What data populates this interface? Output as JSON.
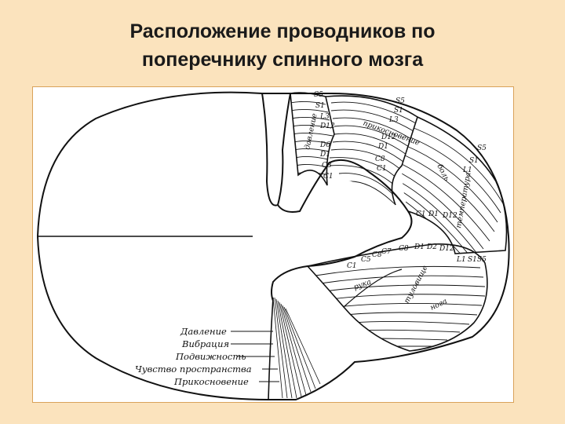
{
  "slide": {
    "title_line1": "Расположение проводников по",
    "title_line2": "поперечнику спинного мозга",
    "background_color": "#fbe3bd",
    "frame_color": "#d9a25a"
  },
  "diagram": {
    "sensation_labels": [
      "Давление",
      "Вибрация",
      "Подвижность",
      "Чувство пространства",
      "Прикосновение"
    ],
    "tract_labels": {
      "pressure": "давление",
      "touch": "прикосновение",
      "pain": "боль",
      "temperature": "температура",
      "hand": "рука",
      "leg": "нога",
      "trunk": "туловище"
    },
    "segment_labels": {
      "dorsal": [
        "S5",
        "S1",
        "L3",
        "D12",
        "D6",
        "D1",
        "C8",
        "C1"
      ],
      "dorsolateral": [
        "S5",
        "S1",
        "L3",
        "D12",
        "D1",
        "C8",
        "C1"
      ],
      "lateral": [
        "S5",
        "S1",
        "L1",
        "D12",
        "D1",
        "C1"
      ],
      "ventral": [
        "C1",
        "C5",
        "C8",
        "C7",
        "C8",
        "D1",
        "D2",
        "D12",
        "L1",
        "S1",
        "S5"
      ]
    }
  }
}
